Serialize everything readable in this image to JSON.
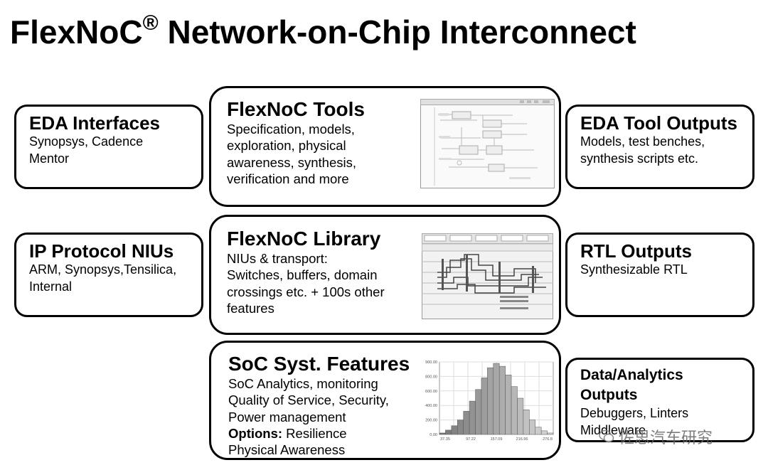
{
  "title": "FlexNoC",
  "title_reg": "®",
  "title_rest": " Network-on-Chip Interconnect",
  "left": [
    {
      "title": "EDA Interfaces",
      "lines": [
        "Synopsys, Cadence",
        "Mentor"
      ]
    },
    {
      "title": "IP Protocol NIUs",
      "lines": [
        "ARM, Synopsys,Tensilica,",
        "Internal"
      ]
    }
  ],
  "center": [
    {
      "title": "FlexNoC Tools",
      "lines": [
        "Specification, models,",
        "exploration, physical",
        "awareness, synthesis,",
        "verification and more"
      ]
    },
    {
      "title": "FlexNoC Library",
      "lines": [
        "NIUs & transport:",
        "Switches, buffers, domain",
        "crossings etc. + 100s other",
        "features"
      ]
    },
    {
      "title": "SoC Syst. Features",
      "lines": [
        "SoC Analytics, monitoring",
        "Quality of Service, Security,",
        "Power management"
      ],
      "options_label": "Options:",
      "options_rest": " Resilience",
      "last_line": "Physical Awareness"
    }
  ],
  "right": [
    {
      "title": "EDA Tool Outputs",
      "lines": [
        "Models, test benches,",
        "synthesis scripts etc."
      ]
    },
    {
      "title": "RTL Outputs",
      "lines": [
        "Synthesizable RTL"
      ]
    },
    {
      "title_lines": [
        "Data/Analytics",
        "Outputs"
      ],
      "lines": [
        "Debuggers, Linters",
        "Middleware"
      ]
    }
  ],
  "histogram": {
    "y_ticks": [
      "900.00",
      "800.00",
      "600.00",
      "400.00",
      "200.00",
      "0.00"
    ],
    "x_ticks": [
      "37.35",
      "97.22",
      "157.09",
      "216.96",
      "276.8"
    ],
    "bars": [
      0.02,
      0.06,
      0.12,
      0.2,
      0.32,
      0.46,
      0.62,
      0.78,
      0.92,
      0.98,
      0.94,
      0.82,
      0.66,
      0.5,
      0.34,
      0.2,
      0.1,
      0.05,
      0.02
    ]
  },
  "watermark": "佐思汽车研究"
}
